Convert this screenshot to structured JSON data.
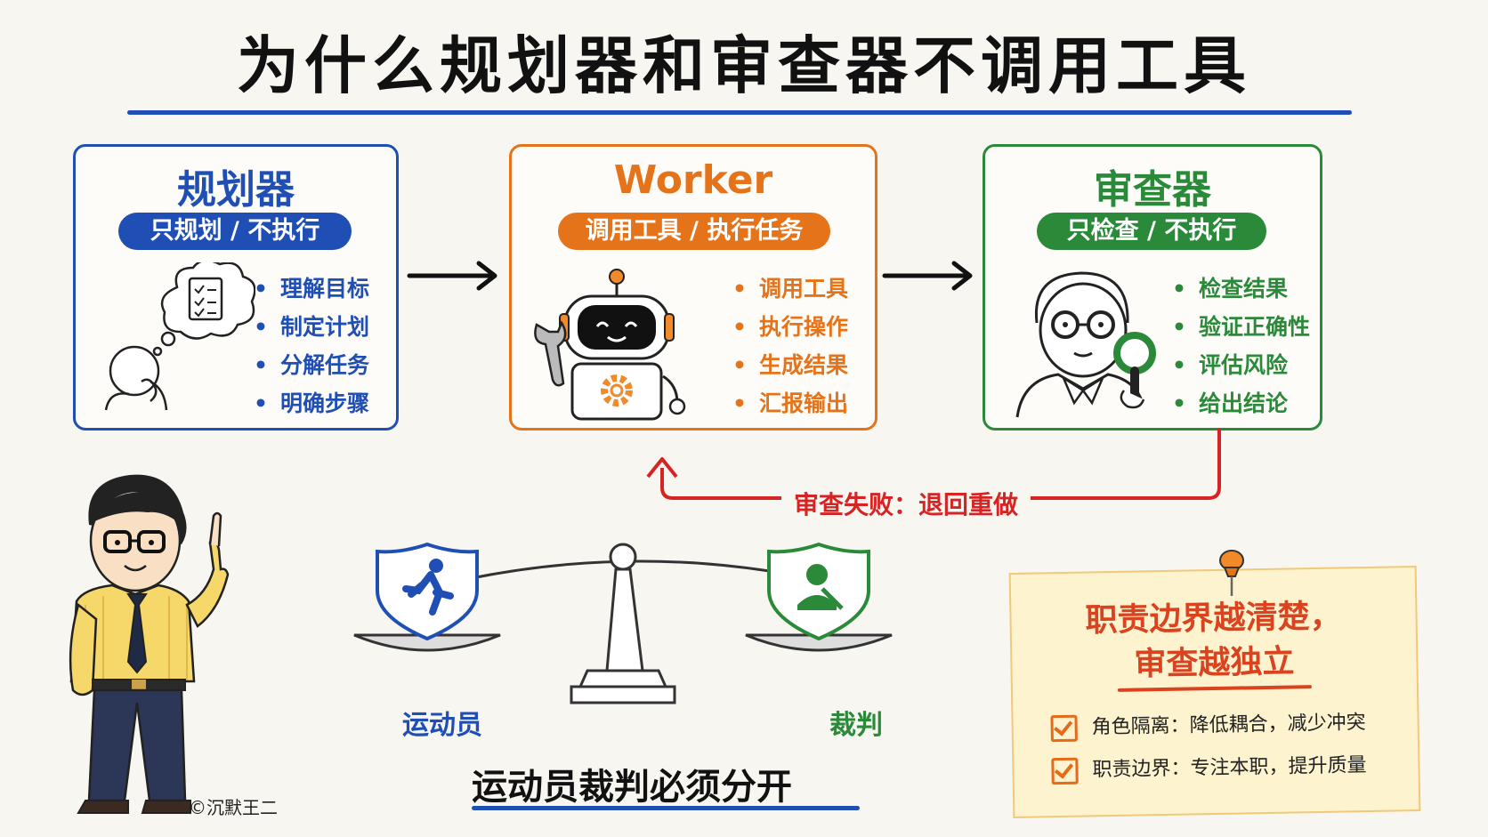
{
  "title": "为什么规划器和审查器不调用工具",
  "planner": {
    "title": "规划器",
    "tag": "只规划 / 不执行",
    "items": [
      "理解目标",
      "制定计划",
      "分解任务",
      "明确步骤"
    ]
  },
  "worker": {
    "title": "Worker",
    "tag": "调用工具 / 执行任务",
    "items": [
      "调用工具",
      "执行操作",
      "生成结果",
      "汇报输出"
    ]
  },
  "reviewer": {
    "title": "审查器",
    "tag": "只检查 / 不执行",
    "items": [
      "检查结果",
      "验证正确性",
      "评估风险",
      "给出结论"
    ]
  },
  "feedback_label": "审查失败：退回重做",
  "scale": {
    "left_label": "运动员",
    "right_label": "裁判",
    "caption": "运动员裁判必须分开"
  },
  "note": {
    "headline_1": "职责边界越清楚，",
    "headline_2": "审查越独立",
    "checks": [
      "角色隔离：降低耦合，减少冲突",
      "职责边界：专注本职，提升质量"
    ]
  },
  "copyright": "©沉默王二",
  "colors": {
    "planner": "#1f4fb5",
    "worker": "#e5731a",
    "reviewer": "#2a8a3a",
    "feedback": "#d62424"
  }
}
